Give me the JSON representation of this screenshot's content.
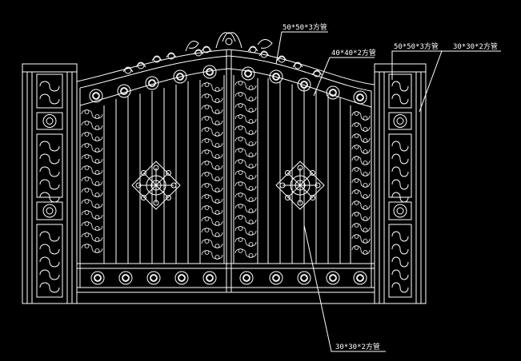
{
  "drawing": {
    "background": "#000000",
    "line_color": "#ffffff",
    "callouts": [
      {
        "id": "top-rail",
        "text": "50*50*3方管"
      },
      {
        "id": "inner-arch",
        "text": "40*40*2方管"
      },
      {
        "id": "right-post",
        "text": "50*50*3方管"
      },
      {
        "id": "right-post-inner",
        "text": "30*30*2方管"
      },
      {
        "id": "bottom-bar",
        "text": "30*30*2方管"
      }
    ]
  }
}
